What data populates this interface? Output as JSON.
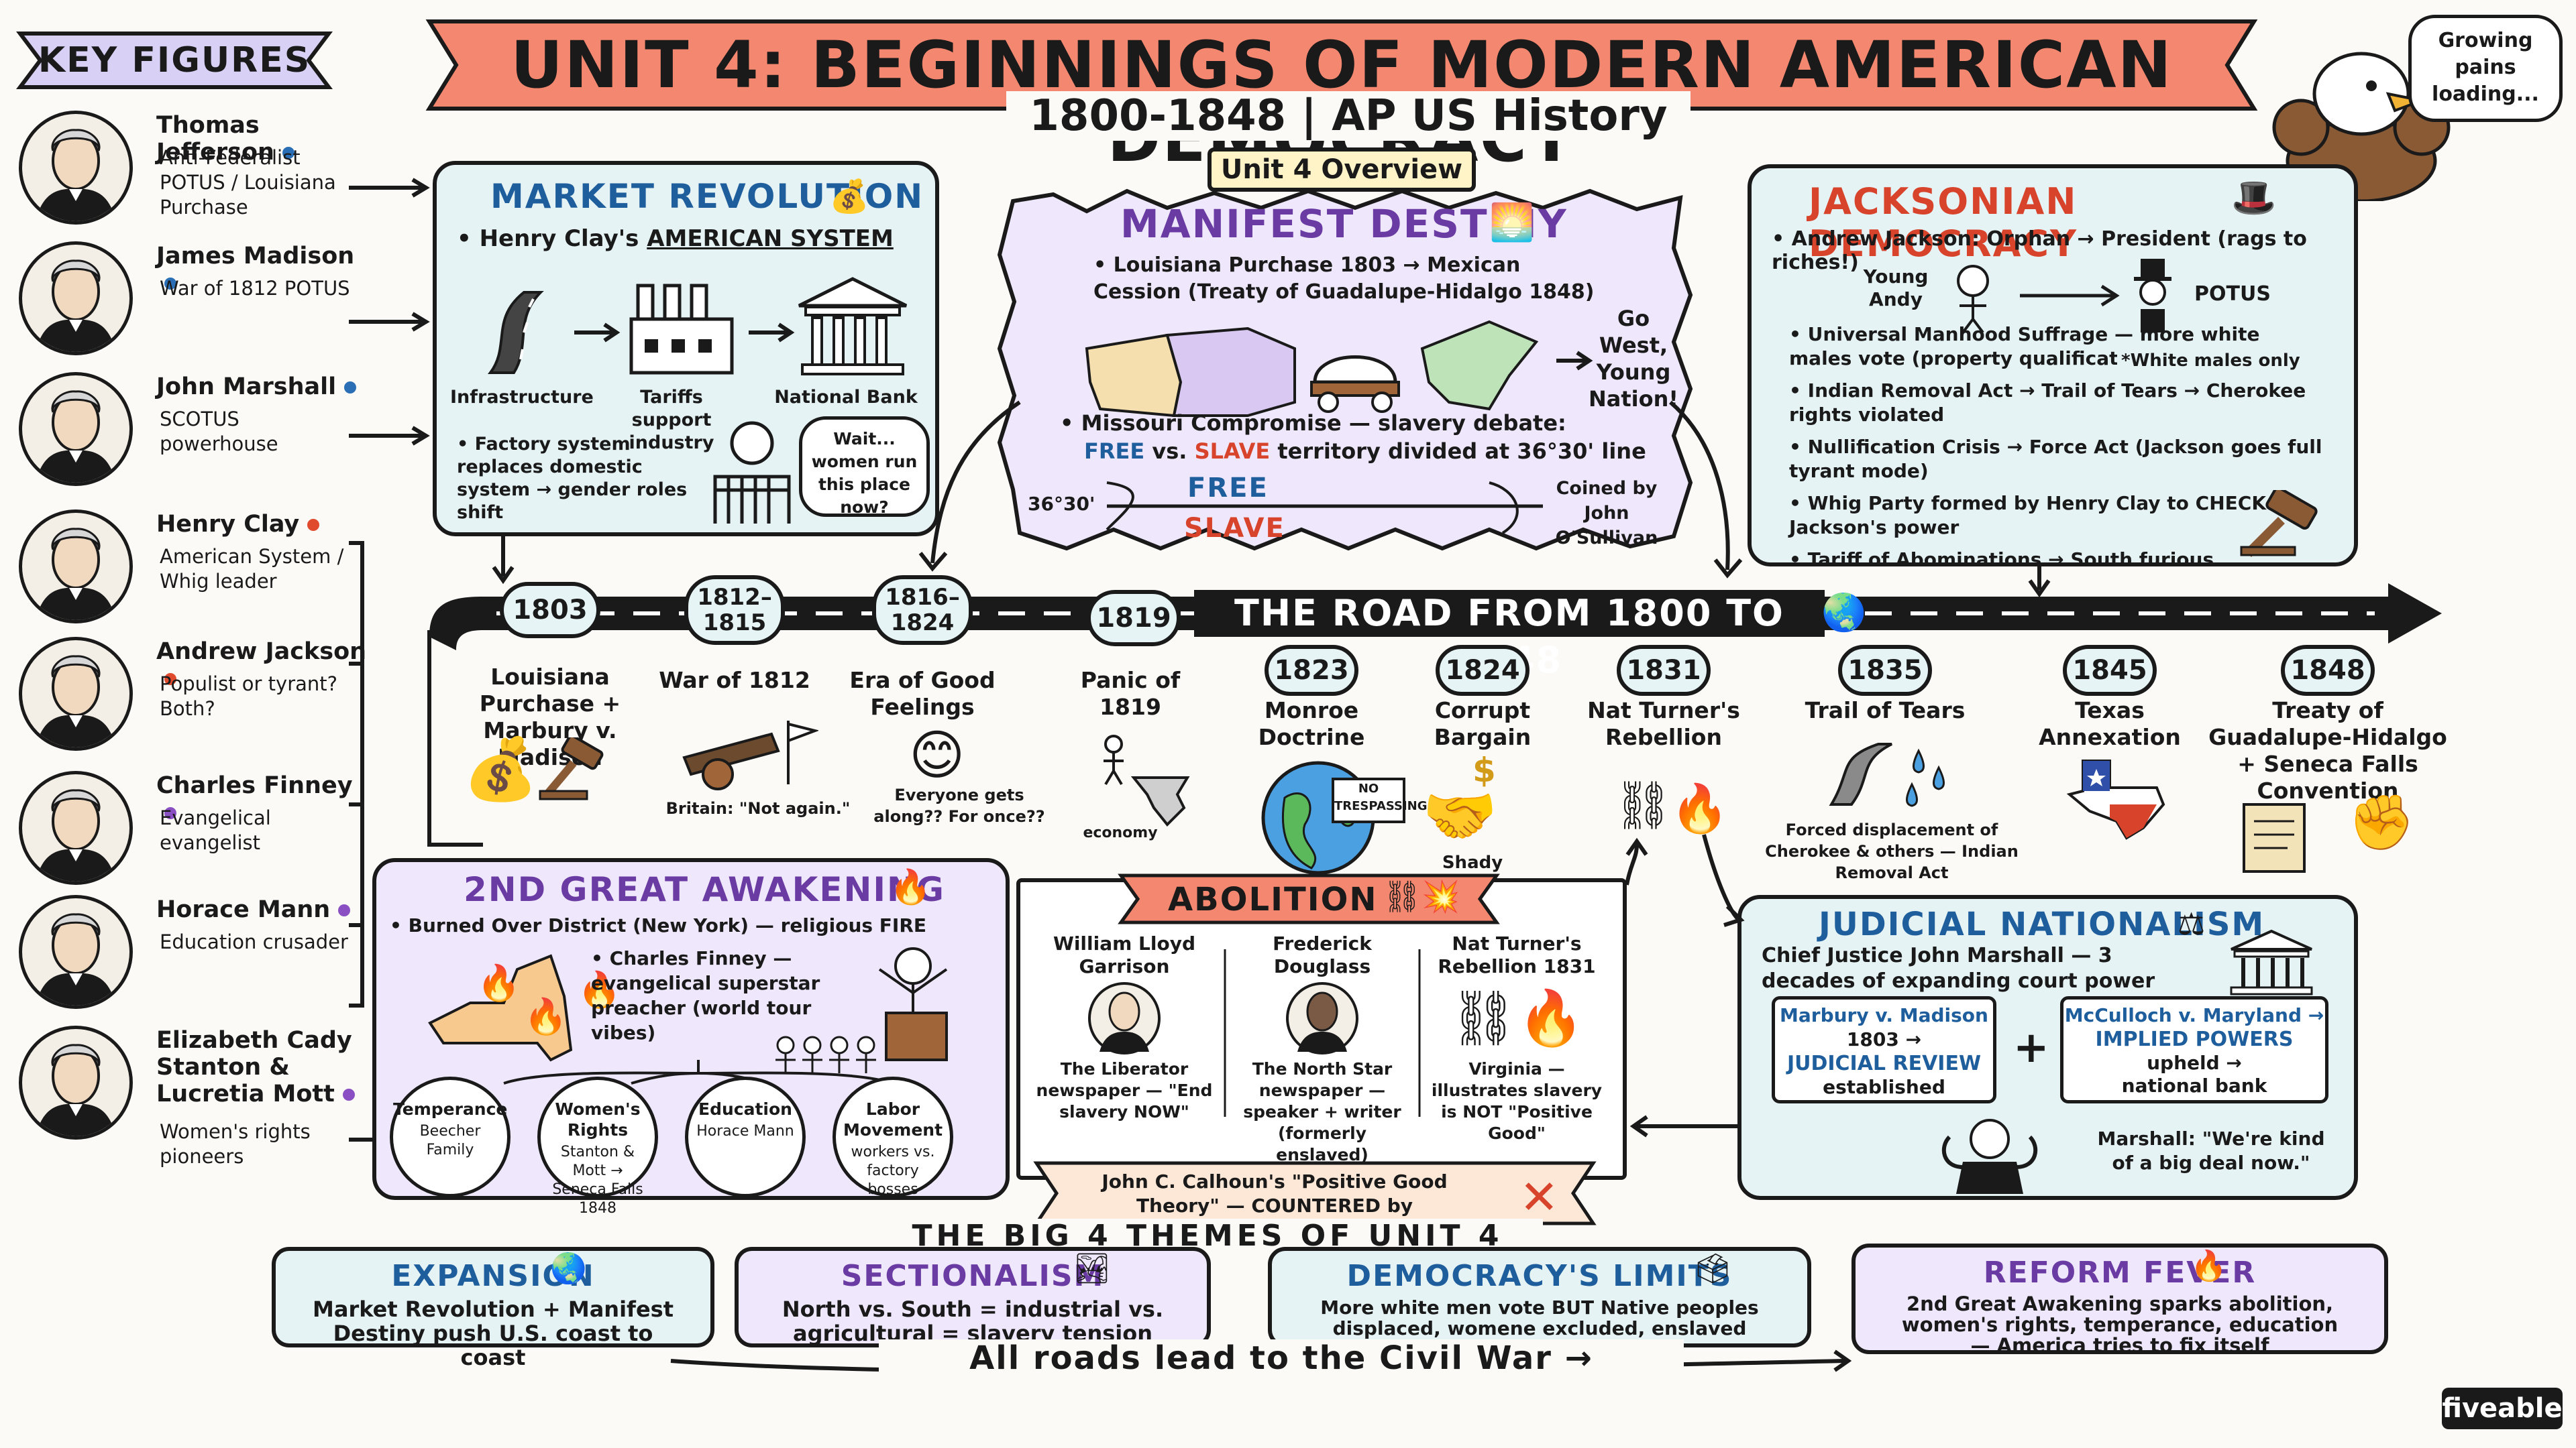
{
  "header": {
    "title": "UNIT 4: BEGINNINGS OF MODERN AMERICAN DEMOCRACY",
    "subtitle": "1800-1848  | AP US History",
    "eagle_bubble": "Growing pains loading..."
  },
  "key_figures": {
    "title": "KEY FIGURES",
    "people": [
      {
        "name": "Thomas Jefferson",
        "desc": "Anti-Federalist POTUS / Louisiana Purchase",
        "dot": "#2a6fb5"
      },
      {
        "name": "James Madison",
        "desc": "War of 1812 POTUS",
        "dot": "#2a6fb5"
      },
      {
        "name": "John Marshall",
        "desc": "SCOTUS powerhouse",
        "dot": "#2a6fb5"
      },
      {
        "name": "Henry Clay",
        "desc": "American System / Whig leader",
        "dot": "#e04b2e"
      },
      {
        "name": "Andrew Jackson",
        "desc": "Populist or tyrant? Both?",
        "dot": "#e04b2e"
      },
      {
        "name": "Charles Finney",
        "desc": "Evangelical evangelist",
        "dot": "#8a4fc2"
      },
      {
        "name": "Horace Mann",
        "desc": "Education crusader",
        "dot": "#8a4fc2"
      },
      {
        "name": "Elizabeth Cady Stanton & Lucretia Mott",
        "desc": "Women's rights pioneers",
        "dot": "#8a4fc2"
      }
    ]
  },
  "market": {
    "title": "MARKET REVOLUTION",
    "bullet1_pre": "Henry Clay's",
    "bullet1_em": "AMERICAN SYSTEM",
    "flow": [
      "Infrastructure",
      "Tariffs support industry",
      "National Bank"
    ],
    "bullet2": "Factory system replaces domestic system → gender roles shift",
    "bubble": "Wait... women run this place now?"
  },
  "overview": {
    "tag": "Unit 4 Overview"
  },
  "manifest": {
    "title": "MANIFEST DESTINY",
    "bullet1": "Louisiana Purchase 1803 → Mexican Cession (Treaty of Guadalupe-Hidalgo 1848)",
    "go_west": "Go West, Young Nation!",
    "bullet2": "Missouri Compromise — slavery debate:",
    "line_free": "FREE",
    "line_vs": " vs. ",
    "line_slave": "SLAVE",
    "line_rest": " territory divided at 36°30' line",
    "lat": "36°30'",
    "free": "FREE",
    "slave": "SLAVE",
    "coined": "Coined by John O'Sullivan"
  },
  "jackson": {
    "title": "JACKSONIAN DEMOCRACY",
    "bullet1": "Andrew Jackson: Orphan → President (rags to riches!)",
    "young": "Young Andy",
    "potus": "POTUS",
    "bullets": [
      "Universal Manhood Suffrage — more white males vote (property qualifications dropped)",
      "Indian Removal Act → Trail of Tears → Cherokee rights violated",
      "Nullification Crisis → Force Act (Jackson goes full tyrant mode)",
      "Whig Party formed by Henry Clay to CHECK Jackson's power",
      "Tariff of Abominations → South furious"
    ],
    "white_only": "*White males only"
  },
  "timeline": {
    "title": "THE ROAD FROM 1800 TO 1848",
    "events": [
      {
        "year": "1803",
        "label": "Louisiana Purchase + Marbury v. Madison"
      },
      {
        "year": "1812–1815",
        "label": "War of 1812",
        "note": "Britain: \"Not again.\""
      },
      {
        "year": "1816–1824",
        "label": "Era of Good Feelings",
        "note": "Everyone gets along?? For once??"
      },
      {
        "year": "1819",
        "label": "Panic of 1819",
        "note": "economy"
      },
      {
        "year": "1823",
        "label": "Monroe Doctrine",
        "note": "NO TRESPASSING"
      },
      {
        "year": "1824",
        "label": "Corrupt Bargain",
        "note": "Shady"
      },
      {
        "year": "1831",
        "label": "Nat Turner's Rebellion"
      },
      {
        "year": "1835",
        "label": "Trail of Tears",
        "note": "Forced displacement of Cherokee & others — Indian Removal Act"
      },
      {
        "year": "1845",
        "label": "Texas Annexation"
      },
      {
        "year": "1848",
        "label": "Treaty of Guadalupe-Hidalgo + Seneca Falls Convention"
      }
    ]
  },
  "awakening": {
    "title": "2ND GREAT AWAKENING",
    "bullet1": "Burned Over District (New York) — religious FIRE",
    "bullet2": "Charles Finney — evangelical superstar preacher (world tour vibes)",
    "circles": [
      {
        "title": "Temperance",
        "sub": "Beecher Family"
      },
      {
        "title": "Women's Rights",
        "sub": "Stanton & Mott → Seneca Falls 1848"
      },
      {
        "title": "Education",
        "sub": "Horace Mann"
      },
      {
        "title": "Labor Movement",
        "sub": "workers vs. factory bosses"
      }
    ]
  },
  "abolition": {
    "title": "ABOLITION",
    "cols": [
      {
        "name": "William Lloyd Garrison",
        "desc": "The Liberator newspaper — \"End slavery NOW\""
      },
      {
        "name": "Frederick Douglass",
        "desc": "The North Star newspaper — speaker + writer (formerly enslaved)"
      },
      {
        "name": "Nat Turner's Rebellion 1831",
        "desc": "Virginia — illustrates slavery is NOT \"Positive Good\""
      }
    ],
    "calhoun": "John C. Calhoun's \"Positive Good Theory\" — COUNTERED by abolitionists"
  },
  "judicial": {
    "title": "JUDICIAL NATIONALISM",
    "intro": "Chief Justice John Marshall — 3 decades of expanding court power",
    "case1_title": "Marbury v. Madison",
    "case1_year": "1803 →",
    "case1_em": "JUDICIAL REVIEW",
    "case1_end": "established",
    "case2_title": "McCulloch v. Maryland →",
    "case2_em": "IMPLIED POWERS",
    "case2_end": "upheld → national bank",
    "quote": "Marshall: \"We're kind of a big deal now.\""
  },
  "themes": {
    "title": "THE BIG 4 THEMES OF UNIT 4",
    "items": [
      {
        "title": "EXPANSION",
        "text": "Market Revolution + Manifest Destiny push U.S. coast to coast"
      },
      {
        "title": "SECTIONALISM",
        "text": "North vs. South = industrial vs. agricultural = slavery tension"
      },
      {
        "title": "DEMOCRACY'S LIMITS",
        "text": "More white men vote BUT Native peoples displaced, womene excluded, enslaved people denied freedom"
      },
      {
        "title": "REFORM FEVER",
        "text": "2nd Great Awakening sparks abolition, women's rights, temperance, education — America tries to fix itself"
      }
    ],
    "footer": "All roads lead to the Civil War"
  },
  "brand": "fiveable",
  "colors": {
    "banner": "#f4876f",
    "teal_box": "#e6f3f5",
    "purple_box": "#efe7fb",
    "blue_title": "#1f5e9c",
    "red_title": "#d8432b",
    "purple_title": "#6a3ba3"
  }
}
